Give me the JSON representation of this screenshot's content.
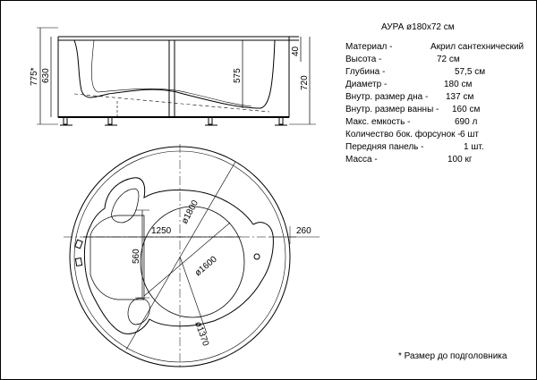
{
  "title": "АУРА ø180x72 см",
  "specs": [
    {
      "label": "Материал -",
      "value": "Акрил сантехнический"
    },
    {
      "label": "Высота -",
      "value": "72 см"
    },
    {
      "label": "Глубина -",
      "value": "57,5 см"
    },
    {
      "label": "Диаметр -",
      "value": "180 см"
    },
    {
      "label": "Внутр. размер дна -",
      "value": "137 см"
    },
    {
      "label": "Внутр. размер ванны -",
      "value": "160 см"
    },
    {
      "label": "Макс. емкость -",
      "value": "690 л"
    },
    {
      "label": "Количество бок. форсунок -",
      "value": "6 шт"
    },
    {
      "label": "Передняя панель -",
      "value": "1 шт."
    },
    {
      "label": "Масса -",
      "value": "100 кг"
    }
  ],
  "side_view_dimensions": {
    "overall_height": "775*",
    "rim_height": "630",
    "depth": "575",
    "top_offset": "40",
    "total_height": "720"
  },
  "plan_view_dimensions": {
    "outer_diameter": "ø1800",
    "inner_diameter": "ø1600",
    "bottom_diameter": "ø1370",
    "seat_length": "1250",
    "seat_width": "560",
    "overhang": "260"
  },
  "footnote": "* Размер до подголовника"
}
